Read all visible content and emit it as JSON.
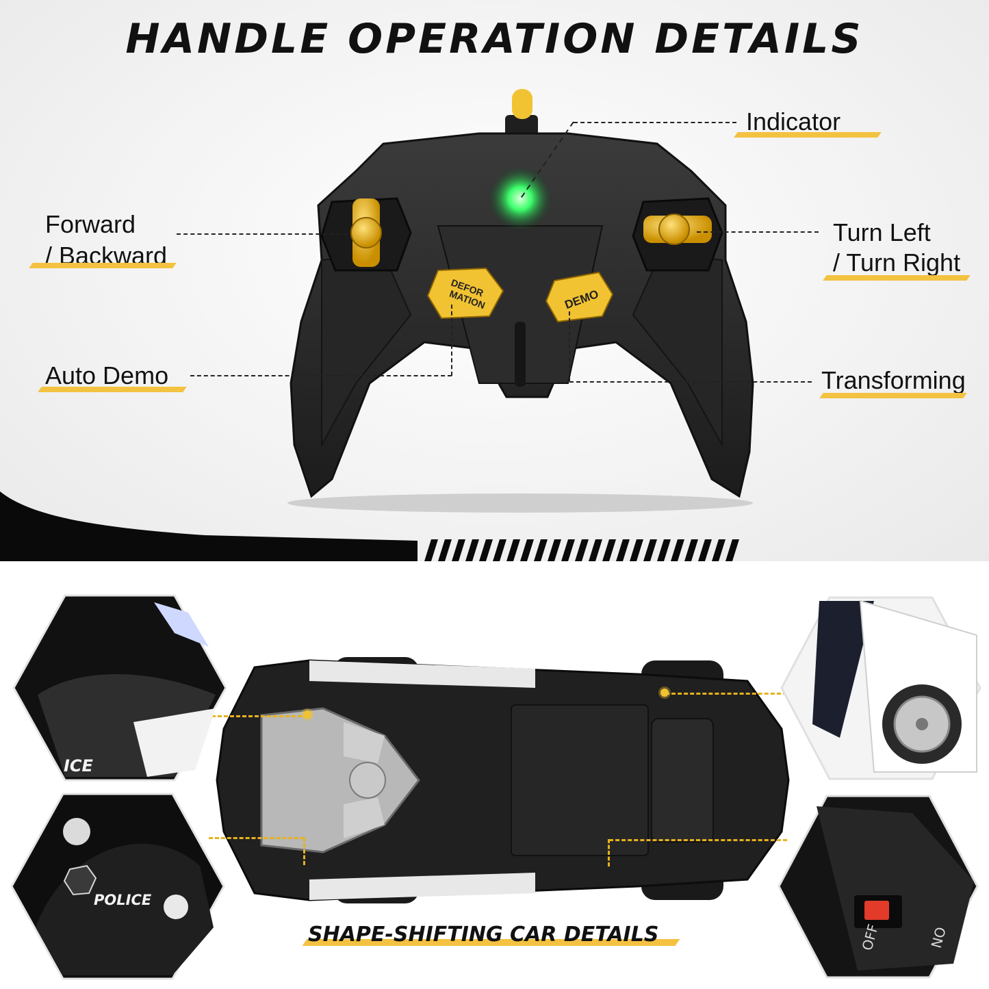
{
  "title": "HANDLE OPERATION DETAILS",
  "labels": {
    "indicator": "Indicator",
    "forward_line1": "Forward",
    "forward_line2": "/ Backward",
    "turn_line1": "Turn Left",
    "turn_line2": "/ Turn Right",
    "auto_demo": "Auto Demo",
    "transforming": "Transforming"
  },
  "buttons": {
    "deformation_line1": "DEFOR",
    "deformation_line2": "MATION",
    "demo": "DEMO"
  },
  "car_section_title": "SHAPE-SHIFTING CAR DETAILS",
  "car_marks": {
    "police_hood": "ICE",
    "police_front": "POLICE",
    "switch_off": "OFF",
    "switch_on": "ON"
  },
  "colors": {
    "accent_yellow": "#f3c241",
    "controller_body": "#2a2a2a",
    "indicator_green": "#3cff6a"
  }
}
